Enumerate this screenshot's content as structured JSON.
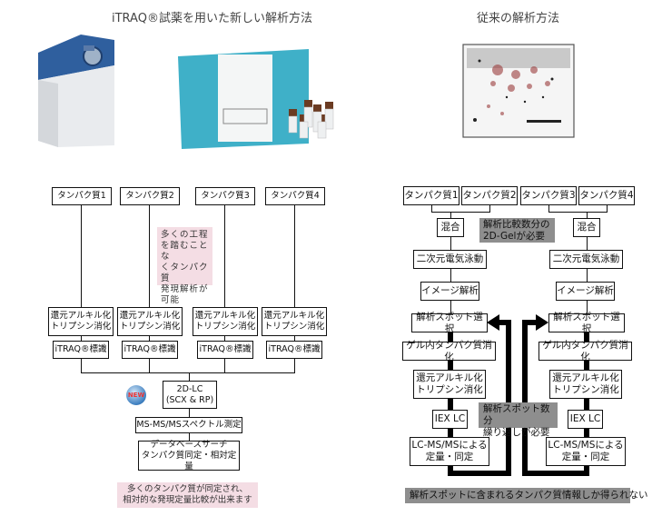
{
  "left": {
    "title": "iTRAQ®試薬を用いた新しい解析方法",
    "proteins": [
      "タンパク質1",
      "タンパク質2",
      "タンパク質3",
      "タンパク質4"
    ],
    "note": "多くの工程\nを踏むことな\nくタンパク質\n発現解析が\n可能",
    "digest": "還元アルキル化\nトリプシン消化",
    "label": "iTRAQ®標識",
    "new_badge": "NEW",
    "lc": "2D-LC\n(SCX & RP)",
    "ms": "MS-MS/MSスペクトル測定",
    "db": "データベースサーチ\nタンパク質同定・相対定量",
    "result": "多くのタンパク質が同定され、\n相対的な発現定量比較が出来ます"
  },
  "right": {
    "title": "従来の解析方法",
    "proteins": [
      "タンパク質1",
      "タンパク質2",
      "タンパク質3",
      "タンパク質4"
    ],
    "mix": "混合",
    "gel_note": "解析比較数分の\n2D-Gelが必要",
    "electrophoresis": "二次元電気泳動",
    "image_analysis": "イメージ解析",
    "spot_select": "解析スポット選択",
    "in_gel_digest": "ゲル内タンパク質消化",
    "digest": "還元アルキル化\nトリプシン消化",
    "repeat_note": "解析スポット数分\n繰り返しが必要",
    "iex": "IEX LC",
    "lcms": "LC-MS/MSによる\n定量・同定",
    "result": "解析スポットに含まれるタンパク質情報しか得られない"
  },
  "colors": {
    "note_pink": "#f4dde4",
    "note_gray": "#8e8e8e",
    "instrument_blue": "#2f5f9e",
    "kit_teal": "#3fb0c8"
  }
}
